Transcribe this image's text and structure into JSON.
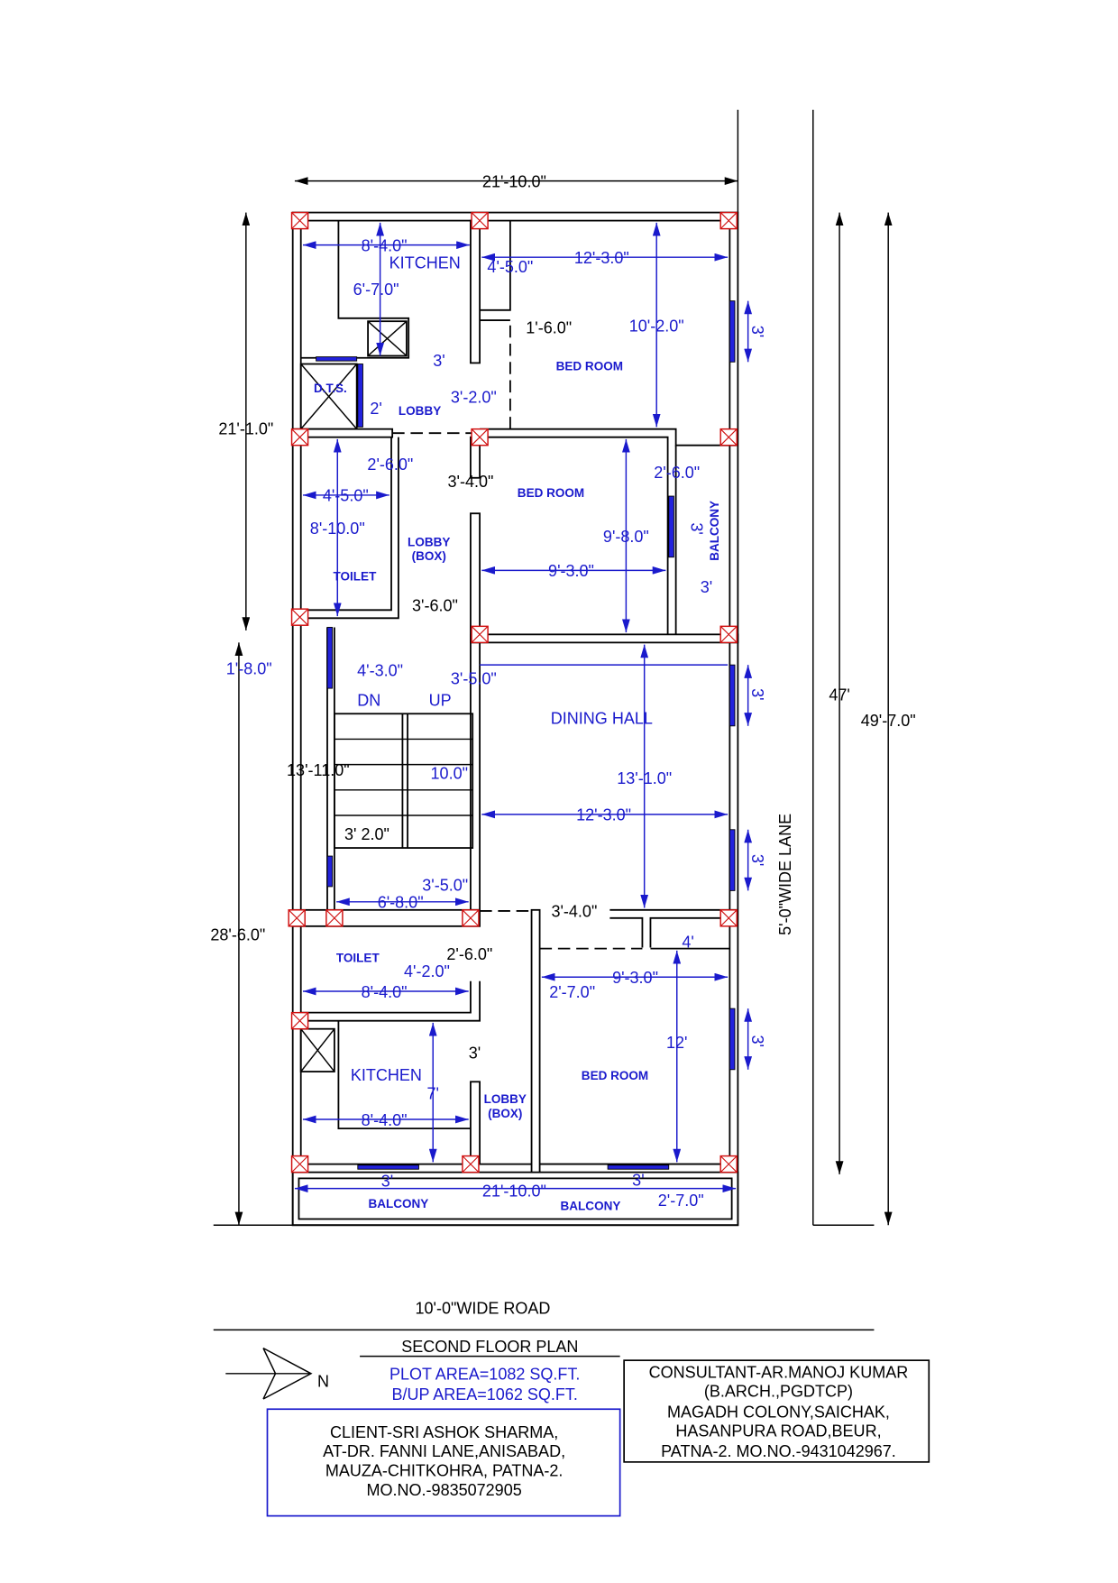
{
  "title": "SECOND FLOOR PLAN",
  "road_label": "10'-0\"WIDE ROAD",
  "lane_label": "5'-0\"WIDE LANE",
  "north_label": "N",
  "area": {
    "plot": "PLOT AREA=1082 SQ.FT.",
    "builtup": "B/UP AREA=1062 SQ.FT."
  },
  "client": [
    "CLIENT-SRI ASHOK SHARMA,",
    "AT-DR. FANNI LANE,ANISABAD,",
    "MAUZA-CHITKOHRA, PATNA-2.",
    "MO.NO.-9835072905"
  ],
  "consultant": [
    "CONSULTANT-AR.MANOJ KUMAR",
    "(B.ARCH.,PGDTCP)",
    "MAGADH COLONY,SAICHAK,",
    "HASANPURA ROAD,BEUR,",
    "PATNA-2. MO.NO.-9431042967."
  ],
  "rooms": {
    "kitchen_top": "KITCHEN",
    "bedroom_top": "BED ROOM",
    "lobby_top": "LOBBY",
    "dts": "D.T.S.",
    "bedroom_mid": "BED ROOM",
    "lobby_box_mid": "LOBBY",
    "box_mid": "(BOX)",
    "toilet_top": "TOILET",
    "balcony_side": "BALCONY",
    "dining_hall": "DINING HALL",
    "stair_dn": "DN",
    "stair_up": "UP",
    "toilet_bottom": "TOILET",
    "kitchen_bottom": "KITCHEN",
    "lobby_box_bottom": "LOBBY",
    "box_bottom": "(BOX)",
    "bedroom_bottom": "BED ROOM",
    "balcony_left": "BALCONY",
    "balcony_right": "BALCONY"
  },
  "dims_blue": [
    "8'-4.0\"",
    "6'-7.0\"",
    "4'-5.0\"",
    "12'-3.0\"",
    "10'-2.0\"",
    "3'",
    "3'",
    "3'-2.0\"",
    "2'",
    "2'-6.0\"",
    "4'-5.0\"",
    "8'-10.0\"",
    "2'-6.0\"",
    "3'",
    "9'-8.0\"",
    "9'-3.0\"",
    "3'",
    "1'-8.0\"",
    "4'-3.0\"",
    "3'-5.0\"",
    "3'",
    "10.0\"",
    "13'-1.0\"",
    "12'-3.0\"",
    "3'",
    "3'-5.0\"",
    "6'-8.0\"",
    "4'",
    "4'-2.0\"",
    "9'-3.0\"",
    "8'-4.0\"",
    "2'-7.0\"",
    "12'",
    "3'",
    "7'",
    "8'-4.0\"",
    "3'",
    "21'-10.0\"",
    "3'",
    "2'-7.0\""
  ],
  "dims_black": [
    "21'-10.0\"",
    "1'-6.0\"",
    "3'-4.0\"",
    "3'-6.0\"",
    "13'-11.0\"",
    "3' 2.0\"",
    "3'-4.0\"",
    "2'-6.0\"",
    "3'",
    "21'-1.0\"",
    "28'-6.0\"",
    "47'",
    "49'-7.0\""
  ],
  "colors": {
    "dimension": "#1a1acc",
    "column": "#d01010",
    "wall": "#000000"
  }
}
